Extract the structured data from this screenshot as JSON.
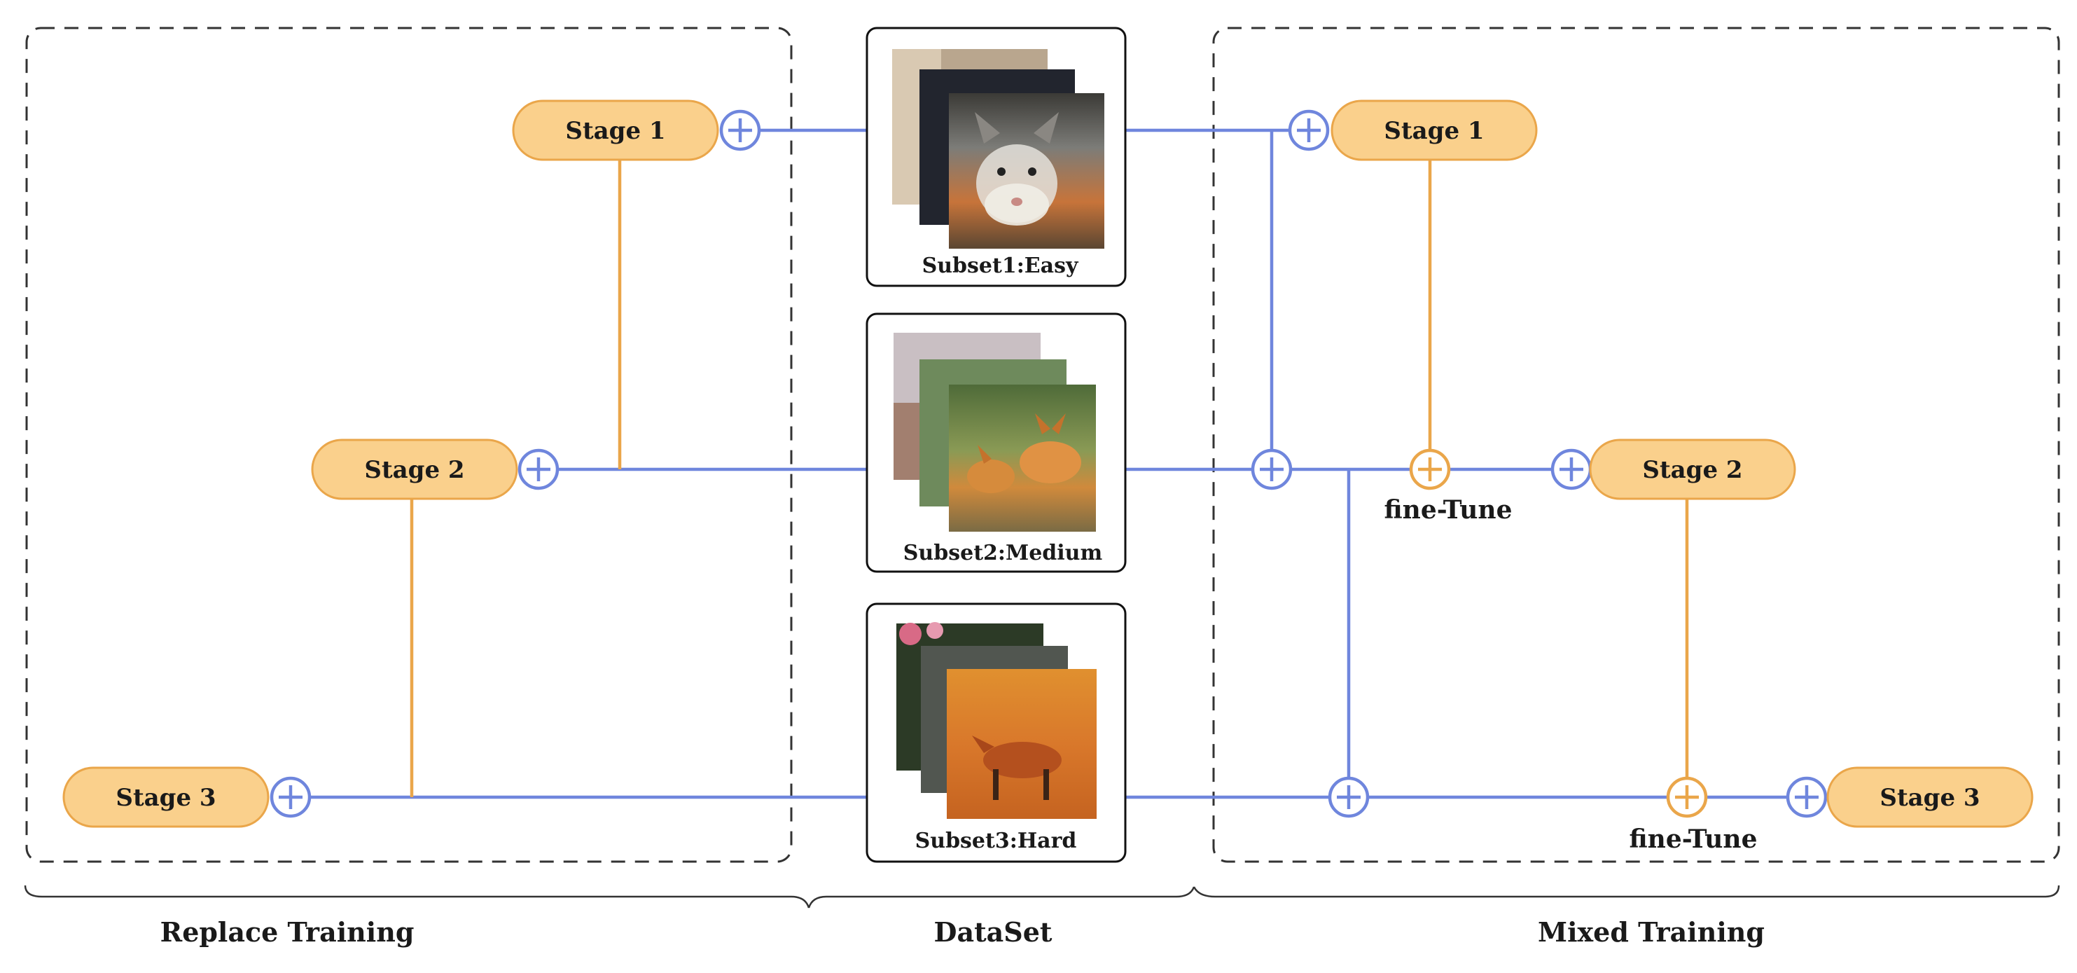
{
  "colors": {
    "blue_line": "#6f86dd",
    "orange_line": "#eaa64a",
    "stage_fill": "#fad08c",
    "stage_border": "#eaa64a",
    "frame_dash": "#333333",
    "text": "#1a1a1a"
  },
  "replace": {
    "stage1": "Stage 1",
    "stage2": "Stage 2",
    "stage3": "Stage 3"
  },
  "mixed": {
    "stage1": "Stage 1",
    "stage2": "Stage 2",
    "stage3": "Stage 3",
    "finetune_1": "fine-Tune",
    "finetune_2": "fine-Tune"
  },
  "dataset": {
    "subset1": "Subset1:Easy",
    "subset2": "Subset2:Medium",
    "subset3": "Subset3:Hard"
  },
  "sections": {
    "replace": "Replace Training",
    "dataset": "DataSet",
    "mixed": "Mixed Training"
  },
  "icons": [
    "plus-circle-icon",
    "fox-photo"
  ]
}
